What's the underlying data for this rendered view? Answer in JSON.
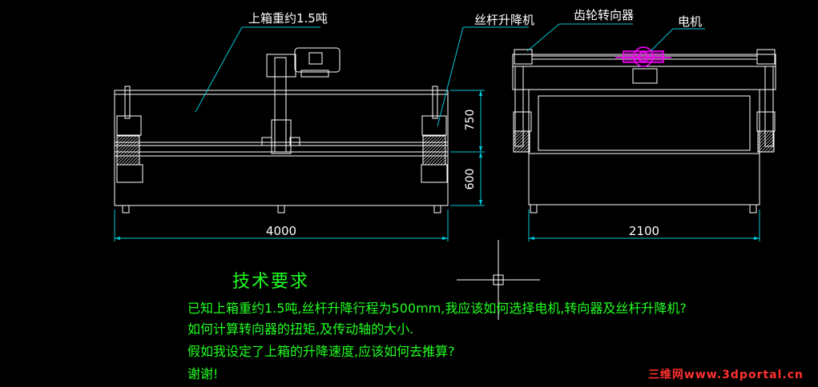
{
  "callouts": {
    "upper_box": "上箱重约1.5吨",
    "screw_lift": "丝杆升降机",
    "gear_turner": "齿轮转向器",
    "motor": "电机"
  },
  "dimensions": {
    "height_upper": "750",
    "height_lower": "600",
    "length_front": "4000",
    "width_side": "2100"
  },
  "requirements": {
    "title": "技术要求",
    "lines": [
      "已知上箱重约1.5吨,丝杆升降行程为500mm,我应该如何选择电机,转向器及丝杆升降机?",
      "如何计算转向器的扭矩,及传动轴的大小.",
      "假如我设定了上箱的升降速度,应该如何去推算?",
      "谢谢!"
    ]
  },
  "watermark": "三维网www.3dportal.cn",
  "colors": {
    "background": "#000000",
    "outline": "#ffffff",
    "leader": "#00c8d8",
    "motor": "#ff00ff",
    "requirements_text": "#20ff20",
    "watermark": "#ff3030"
  }
}
